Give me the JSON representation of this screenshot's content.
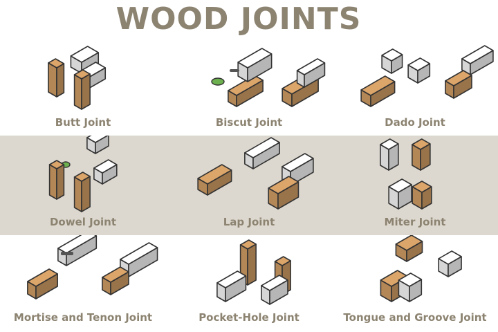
{
  "title": "WOOD JOINTS",
  "colors": {
    "title_text": "#8c8371",
    "band": "#ddd8cf",
    "wood": "#c4935f",
    "metal": "#e9e9e9",
    "outline": "#333333",
    "glue_green": "#6db04f"
  },
  "joints": [
    {
      "label": "Butt Joint",
      "icon": "butt-joint-icon"
    },
    {
      "label": "Biscut Joint",
      "icon": "biscuit-joint-icon"
    },
    {
      "label": "Dado Joint",
      "icon": "dado-joint-icon"
    },
    {
      "label": "Dowel Joint",
      "icon": "dowel-joint-icon"
    },
    {
      "label": "Lap Joint",
      "icon": "lap-joint-icon"
    },
    {
      "label": "Miter Joint",
      "icon": "miter-joint-icon"
    },
    {
      "label": "Mortise and Tenon Joint",
      "icon": "mortise-and-tenon-joint-icon"
    },
    {
      "label": "Pocket-Hole Joint",
      "icon": "pocket-hole-joint-icon"
    },
    {
      "label": "Tongue and Groove Joint",
      "icon": "tongue-and-groove-joint-icon"
    }
  ]
}
